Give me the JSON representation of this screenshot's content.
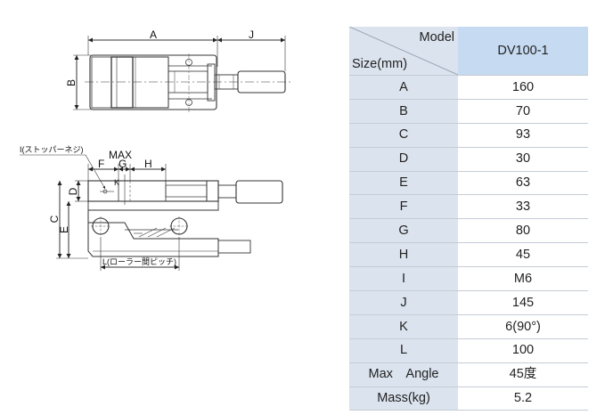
{
  "drawing": {
    "top_labels": {
      "A": "A",
      "J": "J",
      "B": "B"
    },
    "front_labels": {
      "I": "I(ストッパーネジ)",
      "MAX": "MAX",
      "F": "F",
      "K": "K",
      "G": "G",
      "H": "H",
      "D": "D",
      "C": "C",
      "E": "E",
      "L": "L(ローラー間ピッチ)"
    }
  },
  "table": {
    "header_model": "Model",
    "header_size": "Size(mm)",
    "model_name": "DV100-1",
    "rows": [
      {
        "label": "A",
        "value": "160"
      },
      {
        "label": "B",
        "value": "70"
      },
      {
        "label": "C",
        "value": "93"
      },
      {
        "label": "D",
        "value": "30"
      },
      {
        "label": "E",
        "value": "63"
      },
      {
        "label": "F",
        "value": "33"
      },
      {
        "label": "G",
        "value": "80"
      },
      {
        "label": "H",
        "value": "45"
      },
      {
        "label": "I",
        "value": "M6"
      },
      {
        "label": "J",
        "value": "145"
      },
      {
        "label": "K",
        "value": "6(90°)"
      },
      {
        "label": "L",
        "value": "100"
      },
      {
        "label": "Max　Angle",
        "value": "45度"
      },
      {
        "label": "Mass(kg)",
        "value": "5.2"
      }
    ]
  }
}
